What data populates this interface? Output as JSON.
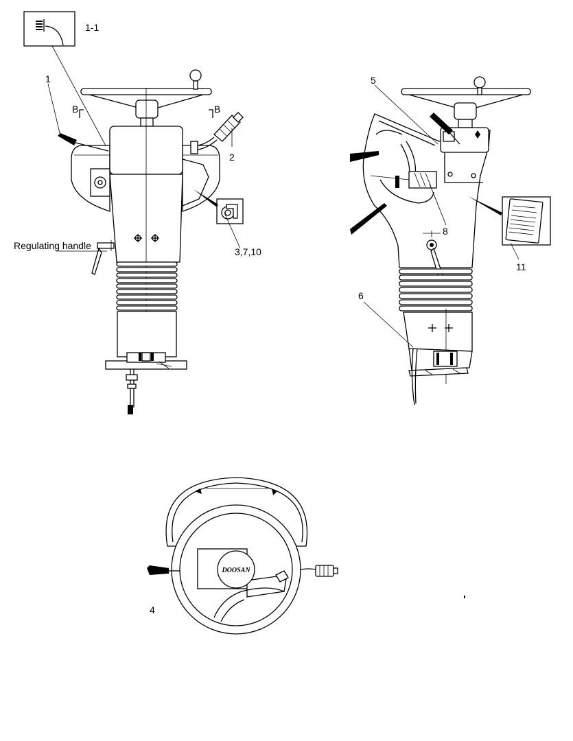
{
  "labels": {
    "l_1_1": "1-1",
    "l_1": "1",
    "l_b_left": "B",
    "l_b_right": "B",
    "l_2": "2",
    "l_3_7_10": "3,7,10",
    "l_regulating": "Regulating handle",
    "l_5": "5",
    "l_8": "8",
    "l_11": "11",
    "l_6": "6",
    "l_4": "4"
  },
  "brand": {
    "logo_text": "DOOSAN"
  },
  "icons": {
    "lever": "lever-knob-icon",
    "connector": "cable-connector-icon",
    "key_switch": "key-switch-icon",
    "label_sticker": "warning-label-icon"
  },
  "colors": {
    "ink": "#000000",
    "paper": "#ffffff"
  }
}
